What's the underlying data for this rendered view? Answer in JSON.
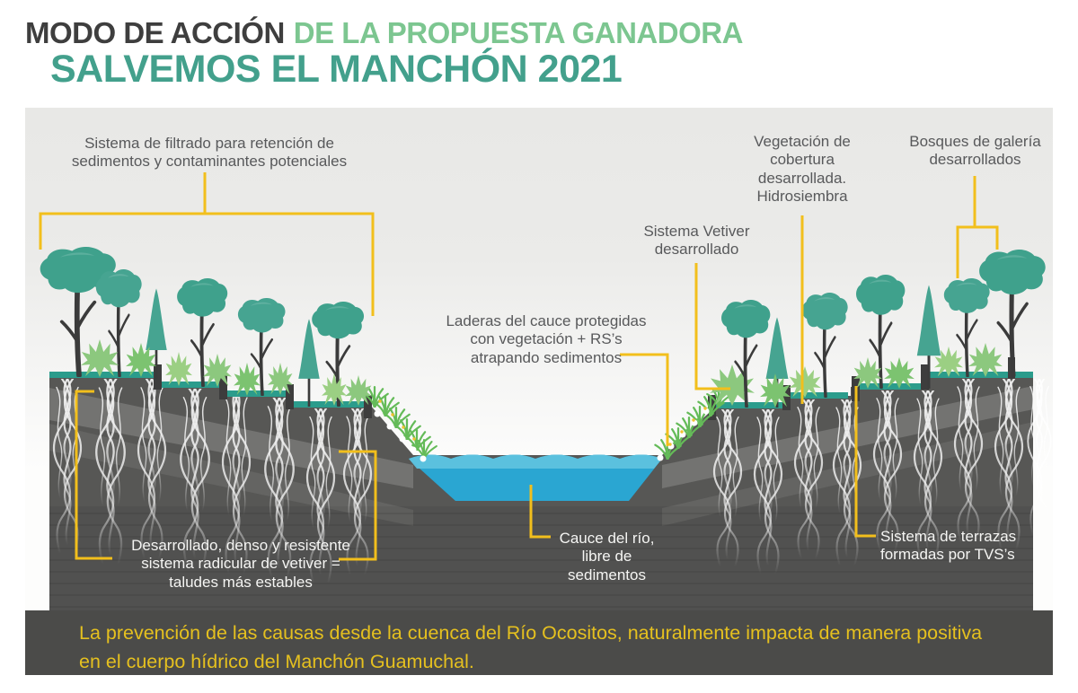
{
  "title": {
    "part1": "MODO DE ACCIÓN",
    "part2": "DE LA PROPUESTA GANADORA",
    "line2": "SALVEMOS EL MANCHÓN 2021"
  },
  "labels": {
    "filtrado": "Sistema de filtrado para retención de sedimentos y contaminantes potenciales",
    "vegetacion": "Vegetación de cobertura desarrollada. Hidrosiembra",
    "bosques": "Bosques de galería desarrollados",
    "vetiver": "Sistema Vetiver desarrollado",
    "laderas": "Laderas del cauce protegidas con vegetación + RS’s atrapando sedimentos",
    "radicular": "Desarrollado, denso y resistente sistema radicular de vetiver = taludes más estables",
    "cauce": "Cauce del río, libre de sedimentos",
    "terrazas": "Sistema de terrazas formadas por TVS’s"
  },
  "caption": "La prevención de las causas desde la cuenca del Río Ocositos, naturalmente impacta de manera positiva en el cuerpo hídrico del Manchón Guamuchal.",
  "colors": {
    "title_dark": "#3e3e3e",
    "title_green": "#7cc690",
    "title_teal": "#43a08c",
    "label_gray": "#58595b",
    "label_white": "#f5f5f3",
    "accent_yellow": "#f2bf1c",
    "caption_yellow": "#e5c01f",
    "caption_bg": "#4b4b49",
    "scene_bg": "#e8e8e6",
    "soil_gray": "#575755",
    "water_blue": "#2aa6d2",
    "water_light": "#5ec2de",
    "tree_teal": "#3fa18c",
    "shrub_green": "#8cc87e",
    "terrace_teal": "#2b9c8c",
    "root_white": "#ffffff"
  }
}
